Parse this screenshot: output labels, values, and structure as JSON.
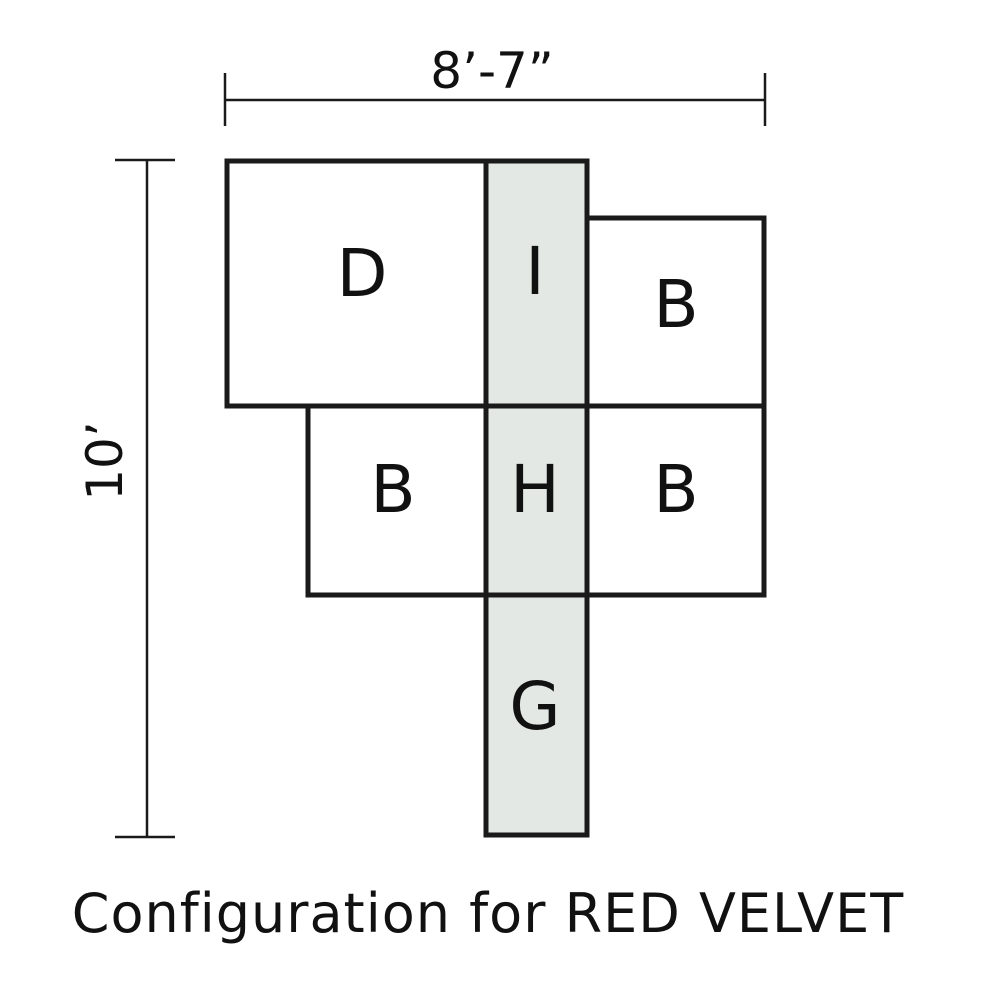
{
  "colors": {
    "outline": "#1a1a1a",
    "white_piece": "#ffffff",
    "shaded_piece": "#e3e8e5"
  },
  "dimensions": {
    "width_label": "8’-7”",
    "height_label": "10’"
  },
  "pieces": [
    {
      "label": "D",
      "fill": "white"
    },
    {
      "label": "I",
      "fill": "shaded"
    },
    {
      "label": "B",
      "fill": "white"
    },
    {
      "label": "B",
      "fill": "white"
    },
    {
      "label": "H",
      "fill": "shaded"
    },
    {
      "label": "B",
      "fill": "white"
    },
    {
      "label": "G",
      "fill": "shaded"
    }
  ],
  "caption": "Configuration for RED VELVET"
}
